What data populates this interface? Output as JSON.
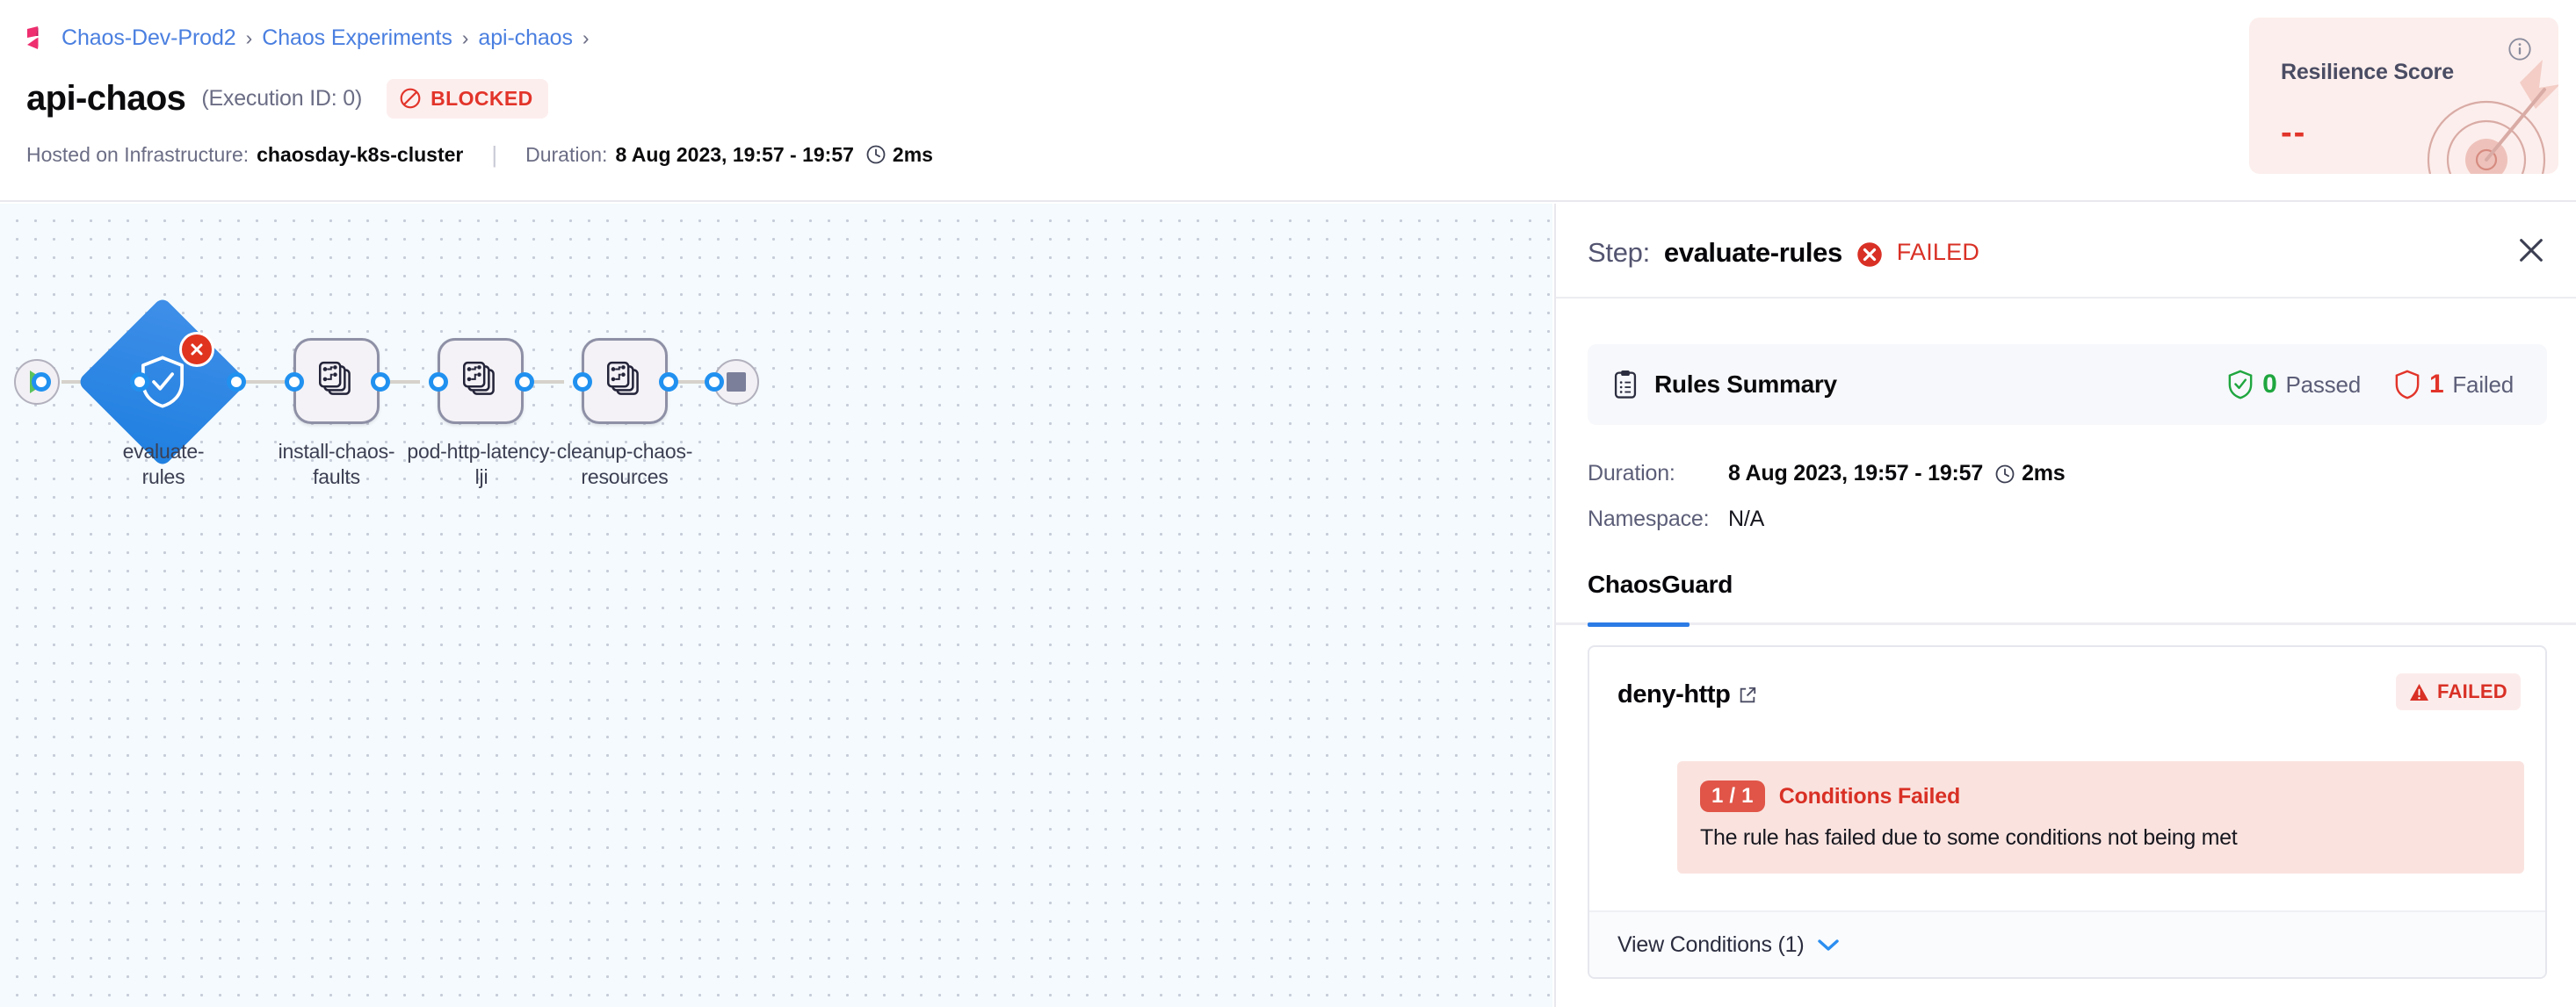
{
  "breadcrumb": {
    "logo_icon": "harness-logo-icon",
    "items": [
      "Chaos-Dev-Prod2",
      "Chaos Experiments",
      "api-chaos"
    ],
    "separator": "›",
    "trailing_separator": "›"
  },
  "header": {
    "title": "api-chaos",
    "execution_id": "(Execution ID: 0)",
    "status": {
      "label": "BLOCKED",
      "icon": "blocked-icon",
      "color": "#e2342a",
      "bg": "#fdeeee"
    },
    "meta": {
      "infra_label": "Hosted on Infrastructure:",
      "infra_value": "chaosday-k8s-cluster",
      "divider": "|",
      "duration_label": "Duration:",
      "duration_value": "8 Aug 2023, 19:57 - 19:57",
      "clock_icon": "clock-icon",
      "elapsed": "2ms"
    }
  },
  "resilience": {
    "title": "Resilience Score",
    "value": "--",
    "info_icon": "info-icon",
    "art_icon": "target-arrow-icon",
    "bg": "#fceeec",
    "value_color": "#e2342a"
  },
  "pipeline": {
    "start_icon": "play-icon",
    "end_icon": "stop-icon",
    "nodes": [
      {
        "id": "evaluate-rules",
        "label": "evaluate-rules",
        "shape": "diamond",
        "icon": "shield-check-icon",
        "status": "failed",
        "badge_icon": "error-x-icon",
        "color": "#2380e3"
      },
      {
        "id": "install-chaos-faults",
        "label": "install-chaos-\nfaults",
        "label_line1": "install-chaos-",
        "label_line2": "faults",
        "shape": "box",
        "icon": "chaos-faults-icon",
        "status": "not-started"
      },
      {
        "id": "pod-http-latency-lji",
        "label_line1": "pod-http-latency-",
        "label_line2": "lji",
        "shape": "box",
        "icon": "chaos-faults-icon",
        "status": "not-started"
      },
      {
        "id": "cleanup-chaos-resources",
        "label_line1": "cleanup-chaos-",
        "label_line2": "resources",
        "shape": "box",
        "icon": "chaos-faults-icon",
        "status": "not-started"
      }
    ]
  },
  "panel": {
    "step_prefix": "Step:",
    "step_name": "evaluate-rules",
    "step_status": "FAILED",
    "step_status_icon": "error-x-icon",
    "close_icon": "close-icon",
    "rules_summary": {
      "icon": "clipboard-icon",
      "title": "Rules Summary",
      "passed_count": "0",
      "passed_label": "Passed",
      "passed_icon": "shield-check-green-icon",
      "failed_count": "1",
      "failed_label": "Failed",
      "failed_icon": "shield-red-icon"
    },
    "details": {
      "duration_key": "Duration:",
      "duration_value": "8 Aug 2023, 19:57 - 19:57",
      "duration_clock_icon": "clock-icon",
      "duration_elapsed": "2ms",
      "namespace_key": "Namespace:",
      "namespace_value": "N/A"
    },
    "tabs": [
      {
        "label": "ChaosGuard",
        "active": true
      }
    ],
    "rule": {
      "name": "deny-http",
      "external_link_icon": "external-link-icon",
      "status_label": "FAILED",
      "status_icon": "warning-triangle-icon",
      "alert": {
        "ratio": "1 / 1",
        "headline": "Conditions Failed",
        "message": "The rule has failed due to some conditions not being met"
      },
      "footer_label": "View Conditions (1)",
      "footer_icon": "chevron-down-icon"
    }
  }
}
